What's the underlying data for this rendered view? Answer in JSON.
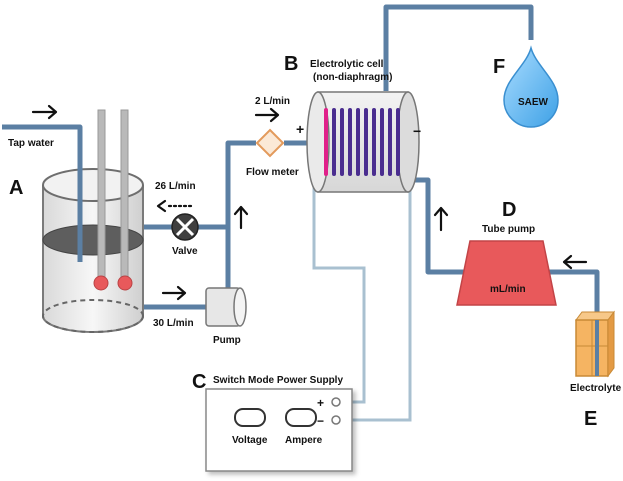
{
  "labels": {
    "letter_a": "A",
    "letter_b": "B",
    "letter_c": "C",
    "letter_d": "D",
    "letter_e": "E",
    "letter_f": "F",
    "tap_water": "Tap water",
    "flow_rate_26": "26 L/min",
    "valve": "Valve",
    "flow_rate_30": "30 L/min",
    "pump": "Pump",
    "flow_rate_2": "2 L/min",
    "flow_meter": "Flow meter",
    "cell_line1": "Electrolytic cell",
    "cell_line2": "(non-diaphragm)",
    "tube_pump": "Tube pump",
    "tube_pump_unit": "mL/min",
    "electrolyte": "Electrolyte",
    "saew": "SAEW",
    "power_supply": "Switch Mode Power Supply",
    "voltage": "Voltage",
    "ampere": "Ampere",
    "plus": "+",
    "minus": "−"
  },
  "icons": [
    "arrow-right-icon",
    "arrow-up-icon",
    "dotted-arrow-left-icon",
    "arrow-left-icon",
    "valve-icon",
    "droplet-icon"
  ],
  "colors": {
    "pipe": "#5b7fa3",
    "wire": "#a9c0d0",
    "tube_pump": "#e8595b",
    "cathode_plate": "#4a2d8f",
    "anode_plate": "#e0208a",
    "electrolyte_box": "#f0a94a",
    "droplet": "#6cbcf0"
  }
}
